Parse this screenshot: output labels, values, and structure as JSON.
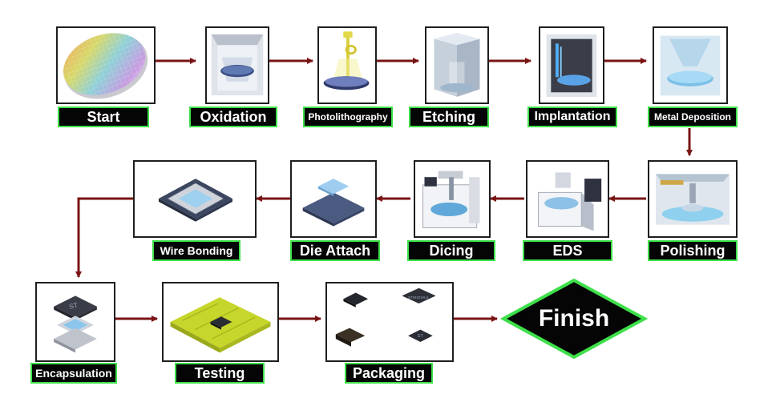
{
  "colors": {
    "label_bg": "#050505",
    "label_border": "#3ee04a",
    "label_text": "#ffffff",
    "arrow": "#7a1414",
    "finish_bg": "#050505",
    "finish_border": "#3ee04a"
  },
  "steps": [
    {
      "id": "start",
      "label": "Start",
      "icon": "wafer-icon"
    },
    {
      "id": "oxidation",
      "label": "Oxidation",
      "icon": "oxidation-chamber-icon"
    },
    {
      "id": "photolithography",
      "label": "Photolithography",
      "icon": "light-beam-icon"
    },
    {
      "id": "etching",
      "label": "Etching",
      "icon": "etching-chamber-icon"
    },
    {
      "id": "implantation",
      "label": "Implantation",
      "icon": "ion-beam-icon"
    },
    {
      "id": "metal_deposition",
      "label": "Metal Deposition",
      "icon": "deposition-chamber-icon"
    },
    {
      "id": "polishing",
      "label": "Polishing",
      "icon": "polishing-machine-icon"
    },
    {
      "id": "eds",
      "label": "EDS",
      "icon": "probe-station-icon"
    },
    {
      "id": "dicing",
      "label": "Dicing",
      "icon": "dicing-saw-icon"
    },
    {
      "id": "die_attach",
      "label": "Die Attach",
      "icon": "die-on-substrate-icon"
    },
    {
      "id": "wire_bonding",
      "label": "Wire Bonding",
      "icon": "wire-bonded-chip-icon"
    },
    {
      "id": "encapsulation",
      "label": "Encapsulation",
      "icon": "chip-layers-icon"
    },
    {
      "id": "testing",
      "label": "Testing",
      "icon": "pcb-chip-icon"
    },
    {
      "id": "packaging",
      "label": "Packaging",
      "icon": "packaged-chips-icon"
    }
  ],
  "finish": {
    "label": "Finish"
  },
  "package_marks": [
    "STM32WL5",
    "ST"
  ]
}
